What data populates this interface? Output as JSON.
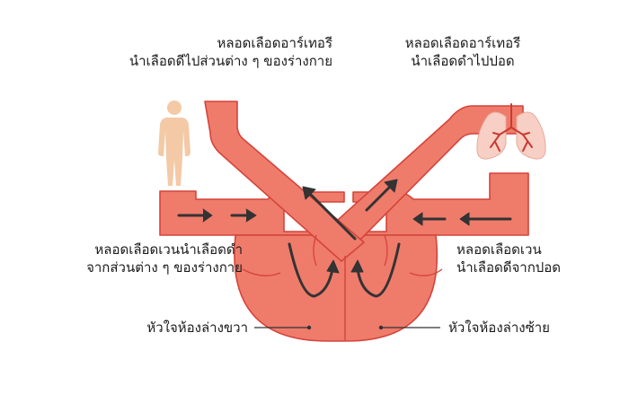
{
  "labels": {
    "artery_body_line1": "หลอดเลือดอาร์เทอรี",
    "artery_body_line2": "นำเลือดดีไปส่วนต่าง ๆ ของร่างกาย",
    "artery_lung_line1": "หลอดเลือดอาร์เทอรี",
    "artery_lung_line2": "นำเลือดดำไปปอด",
    "vein_body_line1": "หลอดเลือดเวนนำเลือดดำ",
    "vein_body_line2": "จากส่วนต่าง ๆ ของร่างกาย",
    "vein_lung_line1": "หลอดเลือดเวน",
    "vein_lung_line2": "นำเลือดดีจากปอด",
    "right_ventricle": "หัวใจห้องล่างขวา",
    "left_ventricle": "หัวใจห้องล่างซ้าย"
  },
  "icons": [
    "human-body-icon",
    "lungs-icon"
  ],
  "colors": {
    "vessel": "#ef7b6b",
    "vessel_outline": "#d4443a",
    "arrow": "#333333",
    "body_icon": "#f4c9a6",
    "lung": "#f7cfc4",
    "lung_vessel": "#c93a32",
    "text": "#1a1a1a"
  }
}
